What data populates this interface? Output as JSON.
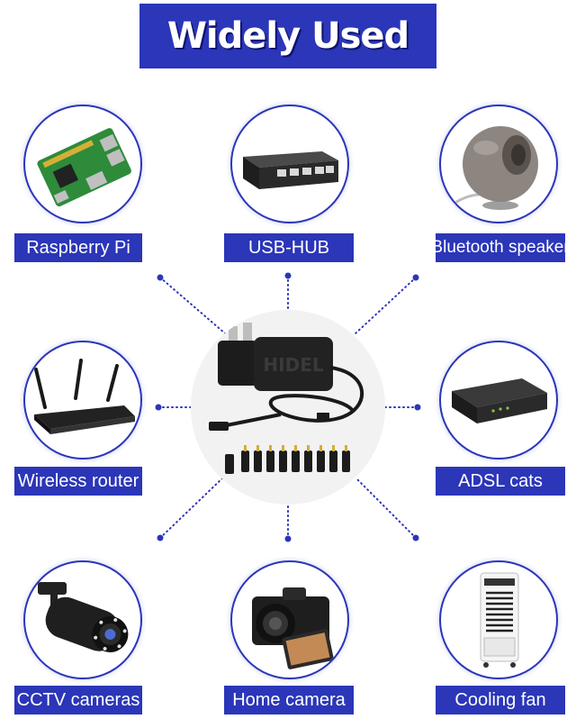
{
  "title": "Widely Used",
  "devices": [
    {
      "label": "Raspberry Pi",
      "icon": "raspberry-pi-icon"
    },
    {
      "label": "USB-HUB",
      "icon": "usb-hub-icon"
    },
    {
      "label": "Bluetooth speaker",
      "icon": "bluetooth-speaker-icon"
    },
    {
      "label": "Wireless router",
      "icon": "wireless-router-icon"
    },
    {
      "label": "ADSL cats",
      "icon": "adsl-modem-icon"
    },
    {
      "label": "CCTV cameras",
      "icon": "cctv-camera-icon"
    },
    {
      "label": "Home camera",
      "icon": "home-camera-icon"
    },
    {
      "label": "Cooling fan",
      "icon": "cooling-fan-icon"
    }
  ],
  "center": {
    "icon": "power-adapter-icon",
    "adapter_brand": "HIDEL"
  },
  "colors": {
    "accent": "#2b36b8",
    "dots": "#2b36b8"
  }
}
